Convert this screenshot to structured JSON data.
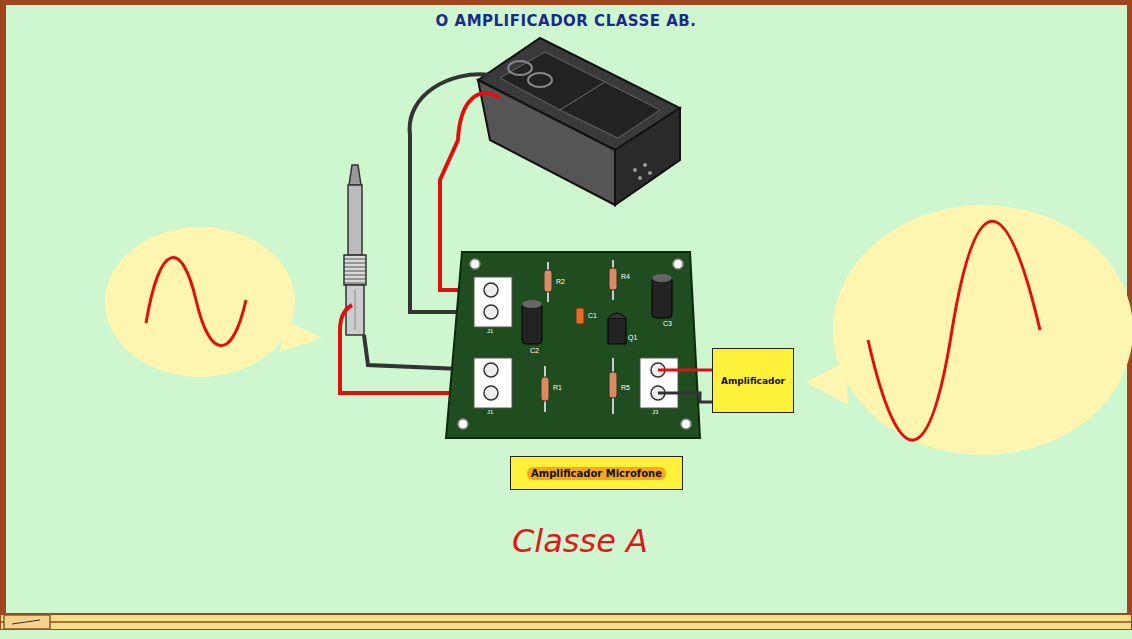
{
  "diagram": {
    "title": "O AMPLIFICADOR CLASSE AB.",
    "nodes": [
      {
        "text": [
          "Amplificador"
        ]
      },
      {
        "text": [
          "Amplificador Microfone"
        ]
      }
    ],
    "labels": [
      "R2",
      "R4",
      "C1",
      "C2",
      "C3",
      "Q1",
      "J1",
      "J1",
      "R1",
      "R5",
      "J3",
      "Classe A"
    ]
  }
}
